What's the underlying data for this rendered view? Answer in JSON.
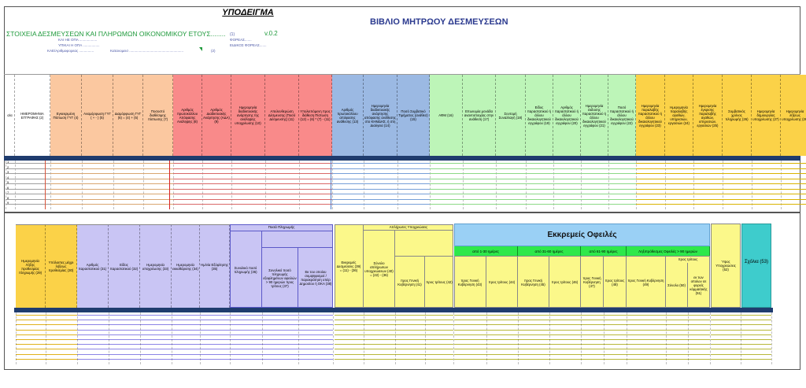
{
  "header": {
    "sheet_title": "ΥΠΟΔΕΙΓΜΑ",
    "main_title": "ΒΙΒΛΙΟ ΜΗΤΡΩΟΥ ΔΕΣΜΕΥΣΕΩΝ",
    "subtitle": "ΣΤΟΙΧΕΙΑ ΔΕΣΜΕΥΣΕΩΝ ΚΑΙ ΠΛΗΡΩΜΩΝ ΟΙΚΟΝΟΜΙΚΟΥ ΕΤΟΥΣ........",
    "subtitle_num": "(1)",
    "version": "v.0.2",
    "meta_left": [
      "ΚΑΙ ΗΕ ΟΠΑ ..................",
      "ΥΠΙΚΑΙ Η ΟΠΑ .................",
      "ΚΑΕ/Αριθμοφορεας ..............."
    ],
    "meta_kat": "Κατανομεισ .......................................................",
    "meta_kat_num": "(2)",
    "meta_right": [
      "ΦΟΡΕΑΣ.......",
      "ΕΙΔΙΚΟΣ ΦΟΡΕΑΣ......."
    ]
  },
  "top_columns": [
    {
      "label": "α/α",
      "color": "#ffffff"
    },
    {
      "label": "ΗΜΕΡΟΜΗΝΙΑ ΕΓΓΡΑΦΗΣ (2)",
      "color": "#ffffff"
    },
    {
      "label": "Εγκεκριμένη Πίστωση ΓΥΓ (4)",
      "color": "#fbc8a0"
    },
    {
      "label": "Αναμόρφωση ΓΥΓ ( + - ) (5)",
      "color": "#fbc8a0"
    },
    {
      "label": "Διαμόρφωση ΓΥΓ (6) = (4) + (5)",
      "color": "#fbc8a0"
    },
    {
      "label": "Ποσοστό διαθέσιμης πίστωσης (7)",
      "color": "#fbc8a0"
    },
    {
      "label": "Αριθμός πρωτοκόλλου Απόφασης Ανάληψης (8)",
      "color": "#f98a8a"
    },
    {
      "label": "Αριθμός Διαδικτυακής Ανάρτησης (ΑΔΑ) (9)",
      "color": "#f98a8a"
    },
    {
      "label": "Ημερομηνία διαδικτυακής ανάρτησης της ανάληψης υποχρέωσης (10)",
      "color": "#f98a8a"
    },
    {
      "label": "Απελευθερώση Δέσμευσης (Ποσό Δέσμευσης) (11)",
      "color": "#f98a8a"
    },
    {
      "label": "Υπολειπόμενη προς διάθεση Πίστωση (12) = (6) * (7) - (11)",
      "color": "#f98a8a"
    },
    {
      "label": "Αριθμός πρωτοκόλλου απόφασης ανάθεσης (13)",
      "color": "#9bb9e3"
    },
    {
      "label": "Ημερομηνία διαδικτυακής ανάρτησης απόφασης ανάθεσης στο ΚΗΜΔΗΣ, ή στη Διαύγεια (14)",
      "color": "#9bb9e3"
    },
    {
      "label": "Ποσό Συμβατικό Τιμήματος (ανάθεσ) (15)",
      "color": "#9bb9e3"
    },
    {
      "label": "ΑΦΜ (16)",
      "color": "#bdf5b8"
    },
    {
      "label": "Επωνυμία μονάδα αναντιστοιχίας στην ανάθεση (17)",
      "color": "#bdf5b8"
    },
    {
      "label": "Συντομή Συναλλαγή (18)",
      "color": "#bdf5b8"
    },
    {
      "label": "Είδος παραστατικού ή άλλου δικαιολογητικού εγγράφου (19)",
      "color": "#bdf5b8"
    },
    {
      "label": "Αριθμός παραστατικού ή άλλου δικαιολογητικού εγγράφου (20)",
      "color": "#bdf5b8"
    },
    {
      "label": "Ημερομηνία έκδοσης παραστατικού ή άλλου δικαιολογητικού εγγράφου (21)",
      "color": "#bdf5b8"
    },
    {
      "label": "Ποσό παραστατικού ή άλλου δικαιολογητικού εγγράφου (22)",
      "color": "#bdf5b8"
    },
    {
      "label": "Ημερομηνία παραλαβής παραστατικού ή άλλου δικαιολογητικού εγγράφου (23)",
      "color": "#fbd248"
    },
    {
      "label": "Ημερομηνία παραλαβής αγαθών, υπηρεσιών, εργασιών (24)",
      "color": "#fbd248"
    },
    {
      "label": "Ημερομηνία έγκρισης παραλαβής αγαθών, υπηρεσιών, εργασιών (25)",
      "color": "#fbd248"
    },
    {
      "label": "Συμβατικός χρόνος πληρωμής (26)",
      "color": "#fbd248"
    },
    {
      "label": "Ημερομηνία δημιουργίας υποχρέωσης (27)",
      "color": "#fbd248"
    },
    {
      "label": "Ημερομηνία λήξεως υποχρέωσης (28)",
      "color": "#fbd248"
    }
  ],
  "bottom_columns": [
    {
      "label": "Ημερομηνία Λήξης προθεσμίας πληρωμής (29)",
      "color": "#fbd248"
    },
    {
      "label": "Υπόλοιπες μέχρι λήξεως προθεσμίας (30)",
      "color": "#fbd248"
    },
    {
      "label": "Αριθμός παραστατικού (31)",
      "color": "#c9c5f4"
    },
    {
      "label": "Είδος παραστατικού (32)",
      "color": "#c9c5f4"
    },
    {
      "label": "Ημερομηνία υποχρέωσης (33)",
      "color": "#c9c5f4"
    },
    {
      "label": "Ημερομηνία εκκαθάρισης (34)",
      "color": "#c9c5f4"
    },
    {
      "label": "Ημ/νία Εξόφλησης (35)",
      "color": "#c9c5f4"
    }
  ],
  "payments_group": {
    "title": "Ποσά Πληρωμής",
    "total": "Συνολικό ποσό πληρωμής (36)",
    "sub1": "Συνολικό ποσό πληρωμής εξοφλημένων οφειλών > 90 ημερών προς τρίτους (37)",
    "sub2": "Εκ του οποίου συμψηφισμοί / παρακράτηση υπέρ Δημοσίου ή ΟΚΑ (38)"
  },
  "yellow_block": {
    "col1": "Εκκρεμείς Δεσμεύσεις (39) = (11) - (36)",
    "group_title": "Απλήρωτες Υποχρεώσεις",
    "col2": "Σύνολο απλήρωτων υποχρεώσεων (40) = (22) - (36)",
    "col3": "προς Γενική Κυβέρνηση (41)",
    "col4": "προς τρίτους (42)"
  },
  "ekkremeis": {
    "title": "Εκκρεμείς Οφειλές",
    "groups": [
      "από 1-30 ημέρες",
      "από 31-60 ημέρες",
      "από 61-90 ημέρες",
      "Ληξιπρόθεσμες Οφειλές > 90 ημερών"
    ],
    "cols": [
      "προς Γενική Κυβέρνηση (43)",
      "προς τρίτους (44)",
      "προς Γενική Κυβέρνηση (45)",
      "προς τρίτους (46)",
      "προς Γενική Κυβέρνηση (47)",
      "προς τρίτους (48)",
      "προς Γενική Κυβέρνηση (49)",
      "Σύνολο (50)",
      "εκ των οποίων σε φορείς κόμμα/ακής (51)"
    ],
    "tritous_label": "προς τρίτους"
  },
  "last_block": {
    "col1": "Ύψος Υποχρεώσεις (52)",
    "col2": "Σχόλια (53)"
  },
  "row_numbers": [
    "1",
    "2",
    "3",
    "4",
    "5",
    "6",
    "7",
    "8",
    "9"
  ]
}
